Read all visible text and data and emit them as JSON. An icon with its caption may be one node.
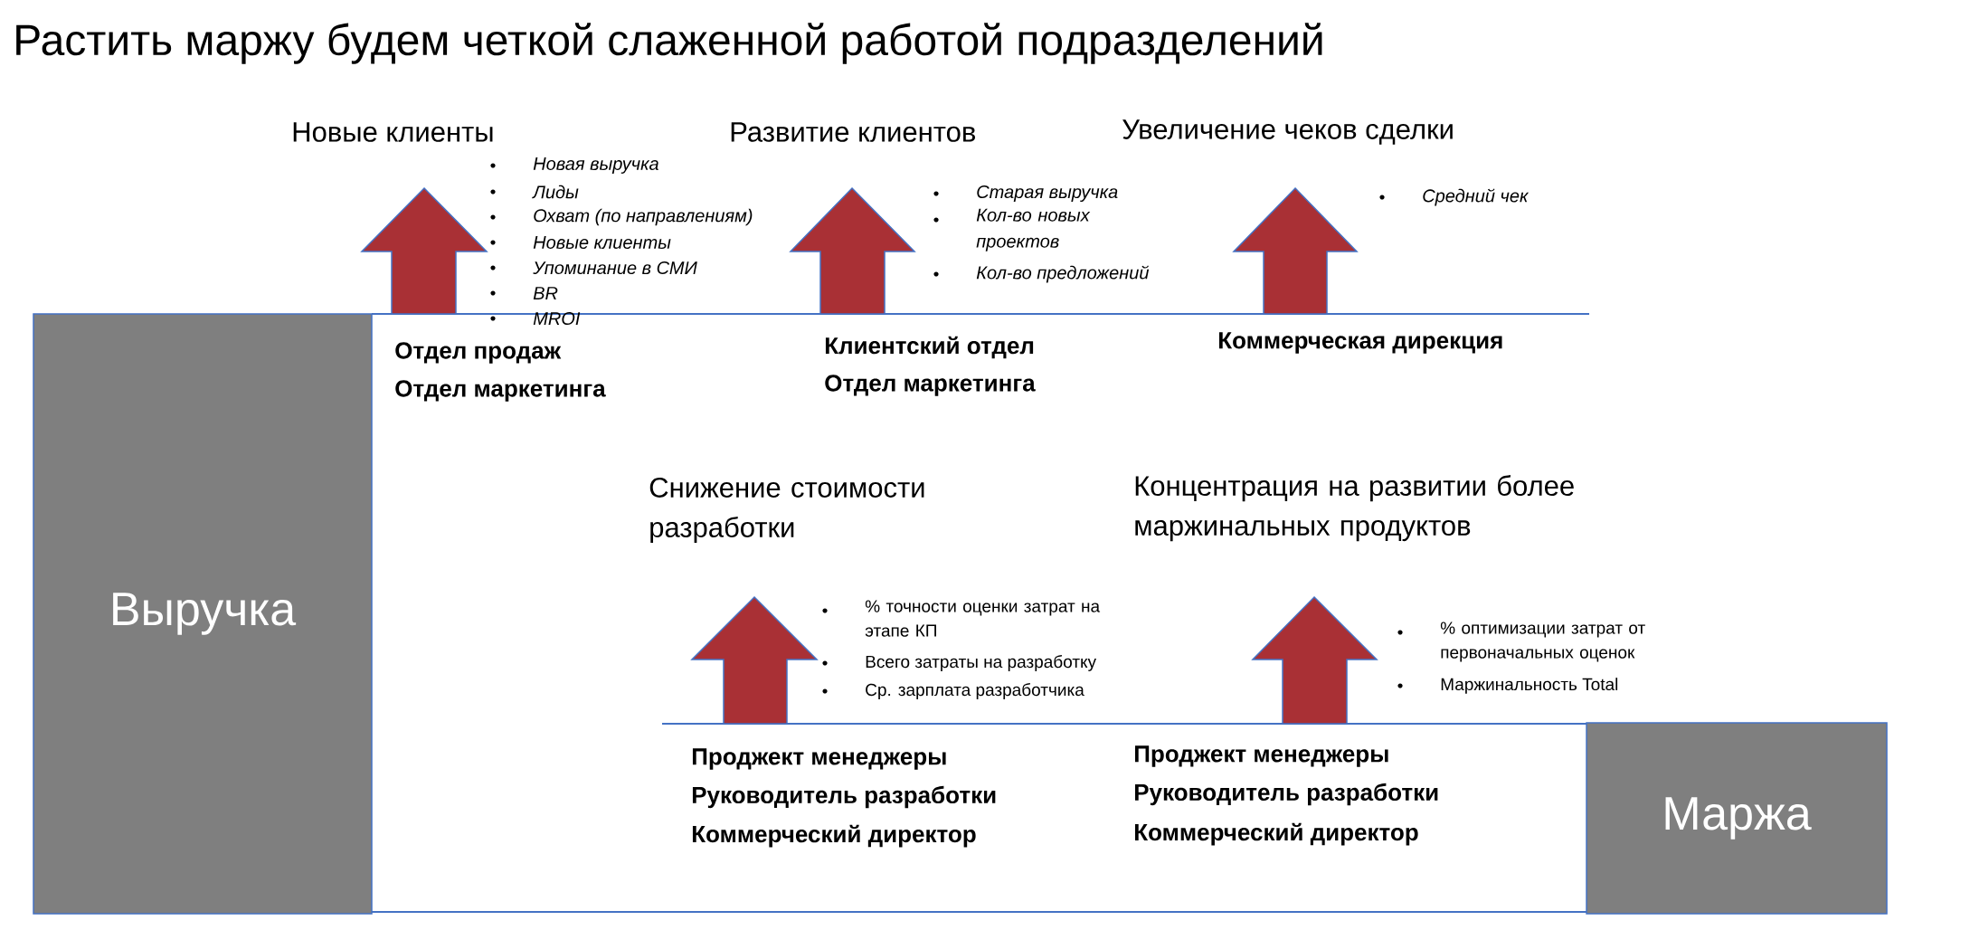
{
  "diagram": {
    "title": "Растить маржу будем четкой слаженной работой подразделений",
    "nodes": [
      {
        "text": [
          "Выручка"
        ]
      },
      {
        "text": [
          "Маржа"
        ]
      }
    ],
    "labels": [
      "Новые клиенты",
      "Развитие клиентов",
      "Увеличение чеков сделки",
      "Новая выручка",
      "Лиды",
      "Охват (по направлениям)",
      "Новые клиенты",
      "Упоминание в СМИ",
      "BR",
      "MROI",
      "Старая выручка",
      "Кол-во новых проектов",
      "Кол-во предложений",
      "Средний чек",
      "Отдел продаж",
      "Отдел маркетинга",
      "Клиентский отдел",
      "Отдел маркетинга",
      "Коммерческая дирекция",
      "Снижение стоимости разработки",
      "Концентрация на развитии более маржинальных продуктов",
      "% точности оценки затрат на этапе КП",
      "Всего затраты на разработку",
      "Ср. зарплата разработчика",
      "% оптимизации затрат от первоначальных оценок",
      "Маржинальность Total",
      "Проджект менеджеры",
      "Руководитель разработки",
      "Коммерческий директор",
      "Проджект менеджеры",
      "Руководитель разработки",
      "Коммерческий директор"
    ]
  }
}
